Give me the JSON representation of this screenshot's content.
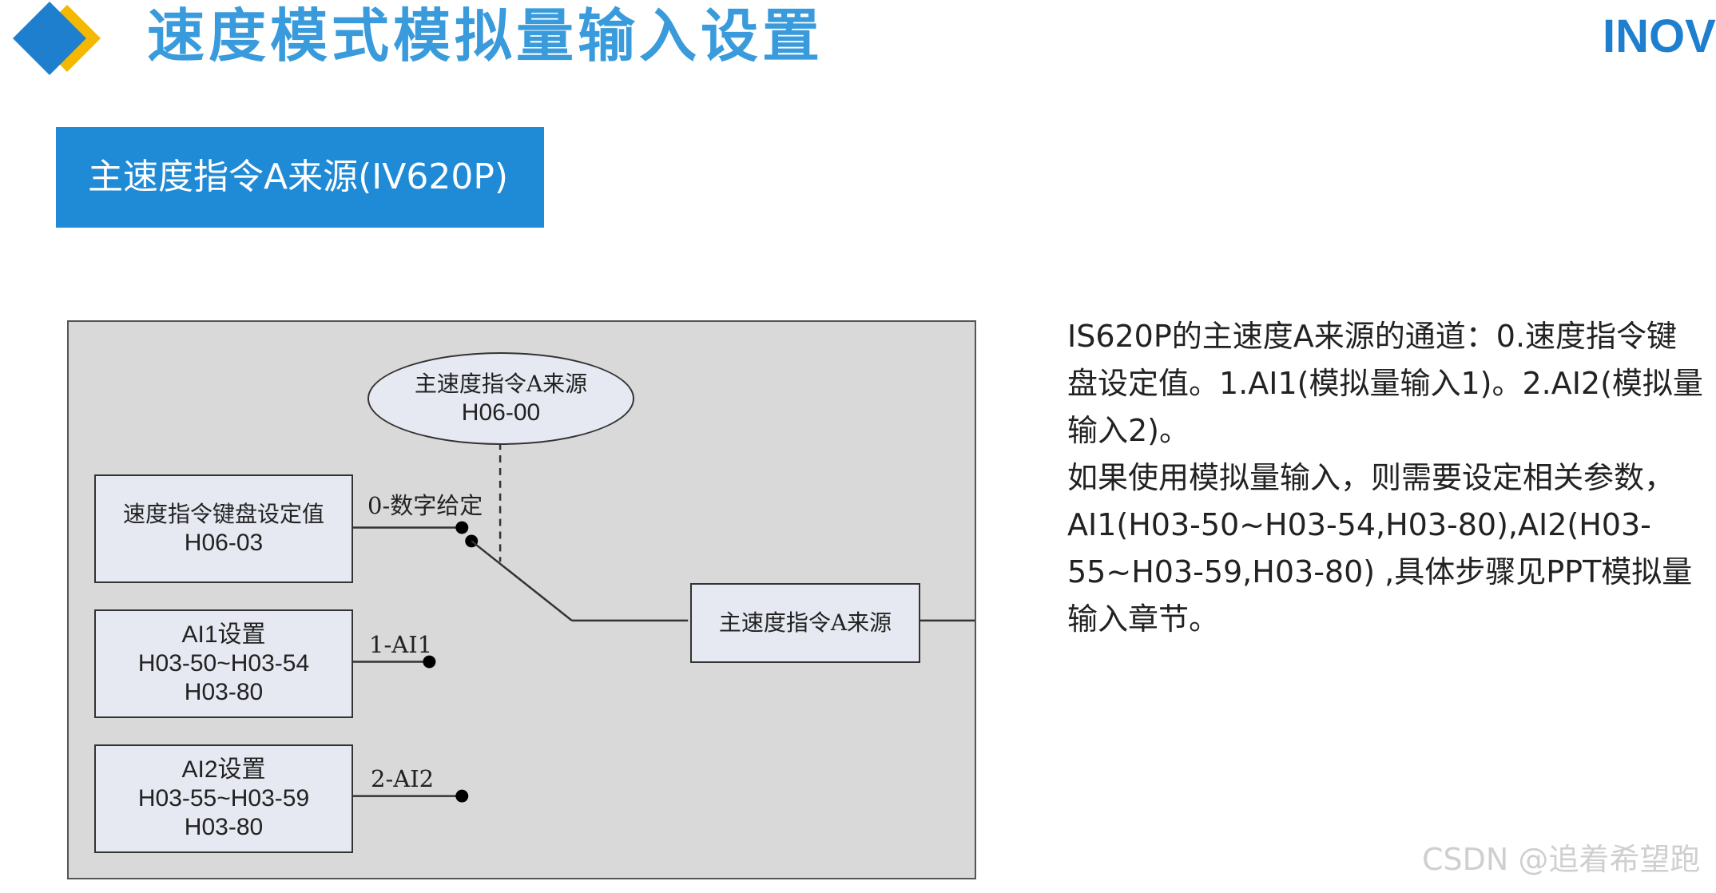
{
  "header": {
    "title": "速度模式模拟量输入设置",
    "brand": "INOV",
    "logo_colors": {
      "primary": "#1f7fcf",
      "secondary": "#f5b800"
    }
  },
  "section": {
    "banner": "主速度指令A来源(IV620P)",
    "color": "#1f8ad6"
  },
  "diagram": {
    "selector": {
      "name": "主速度指令A来源",
      "param": "H06-00"
    },
    "inputs": [
      {
        "name": "速度指令键盘设定值",
        "param": "H06-03",
        "switch_label": "0-数字给定"
      },
      {
        "name": "AI1设置",
        "param": "H03-50~H03-54",
        "param2": "H03-80",
        "switch_label": "1-AI1"
      },
      {
        "name": "AI2设置",
        "param": "H03-55~H03-59",
        "param2": "H03-80",
        "switch_label": "2-AI2"
      }
    ],
    "output": "主速度指令A来源"
  },
  "description": {
    "paragraphs": [
      "IS620P的主速度A来源的通道：0.速度指令键盘设定值。1.AI1(模拟量输入1)。2.AI2(模拟量输入2)。",
      "如果使用模拟量输入，则需要设定相关参数，AI1(H03-50~H03-54,H03-80),AI2(H03-55~H03-59,H03-80) ,具体步骤见PPT模拟量输入章节。"
    ]
  },
  "watermark": "CSDN @追着希望跑"
}
